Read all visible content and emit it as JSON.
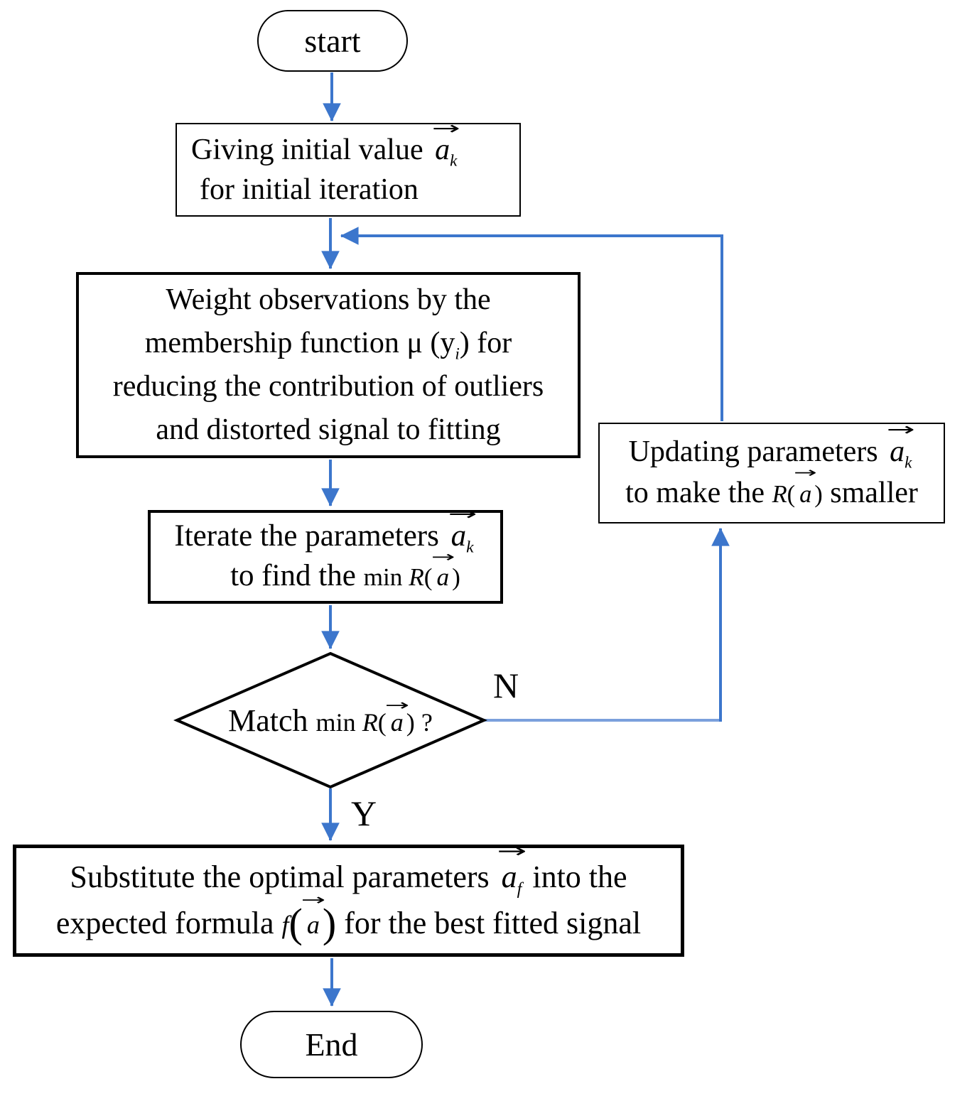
{
  "colors": {
    "arrow": "#3C76CC",
    "arrow_light": "#7BA0DC",
    "shape_border": "#000000",
    "background": "#FFFFFF"
  },
  "flowchart": {
    "start": {
      "label": "start"
    },
    "init_box": {
      "lines": [
        [
          {
            "t": "txt",
            "v": "Giving initial value "
          },
          {
            "t": "vec",
            "v": "a",
            "sub": "k"
          }
        ],
        [
          {
            "t": "txt",
            "v": "for initial iteration"
          }
        ]
      ]
    },
    "weight_box": {
      "lines": [
        [
          {
            "t": "txt",
            "v": "Weight observations by the"
          }
        ],
        [
          {
            "t": "txt",
            "v": "membership function  μ (y"
          },
          {
            "t": "sub",
            "v": "i"
          },
          {
            "t": "txt",
            "v": ")  for"
          }
        ],
        [
          {
            "t": "txt",
            "v": "reducing the contribution of outliers"
          }
        ],
        [
          {
            "t": "txt",
            "v": "and distorted signal to fitting"
          }
        ]
      ]
    },
    "iterate_box": {
      "lines": [
        [
          {
            "t": "txt",
            "v": "Iterate the parameters "
          },
          {
            "t": "vec",
            "v": "a",
            "sub": "k"
          }
        ],
        [
          {
            "t": "txt",
            "v": "to find the "
          },
          {
            "t": "sm",
            "v": "min "
          },
          {
            "t": "smit",
            "v": "R"
          },
          {
            "t": "sm",
            "v": "("
          },
          {
            "t": "vec",
            "v": "a",
            "small": true
          },
          {
            "t": "sm",
            "v": ")"
          }
        ]
      ]
    },
    "decision": {
      "label": [
        {
          "t": "txt",
          "v": "Match "
        },
        {
          "t": "sm",
          "v": "min "
        },
        {
          "t": "smit",
          "v": "R"
        },
        {
          "t": "sm",
          "v": "("
        },
        {
          "t": "vec",
          "v": "a",
          "small": true
        },
        {
          "t": "sm",
          "v": ") ?"
        }
      ],
      "no_label": "N",
      "yes_label": "Y"
    },
    "update_box": {
      "lines": [
        [
          {
            "t": "txt",
            "v": "Updating parameters "
          },
          {
            "t": "vec",
            "v": "a",
            "sub": "k"
          }
        ],
        [
          {
            "t": "txt",
            "v": "to make the "
          },
          {
            "t": "smit",
            "v": "R"
          },
          {
            "t": "sm",
            "v": "("
          },
          {
            "t": "vec",
            "v": "a",
            "small": true
          },
          {
            "t": "sm",
            "v": ")"
          },
          {
            "t": "txt",
            "v": " smaller"
          }
        ]
      ]
    },
    "substitute_box": {
      "lines": [
        [
          {
            "t": "txt",
            "v": "Substitute the optimal parameters "
          },
          {
            "t": "vec",
            "v": "a",
            "sub": "f"
          },
          {
            "t": "txt",
            "v": " into the"
          }
        ],
        [
          {
            "t": "txt",
            "v": "expected formula "
          },
          {
            "t": "smit",
            "v": "f"
          },
          {
            "t": "bp",
            "v": "("
          },
          {
            "t": "vec",
            "v": "a",
            "small": true
          },
          {
            "t": "bp",
            "v": ")"
          },
          {
            "t": "txt",
            "v": " for the best fitted signal"
          }
        ]
      ]
    },
    "end": {
      "label": "End"
    }
  }
}
